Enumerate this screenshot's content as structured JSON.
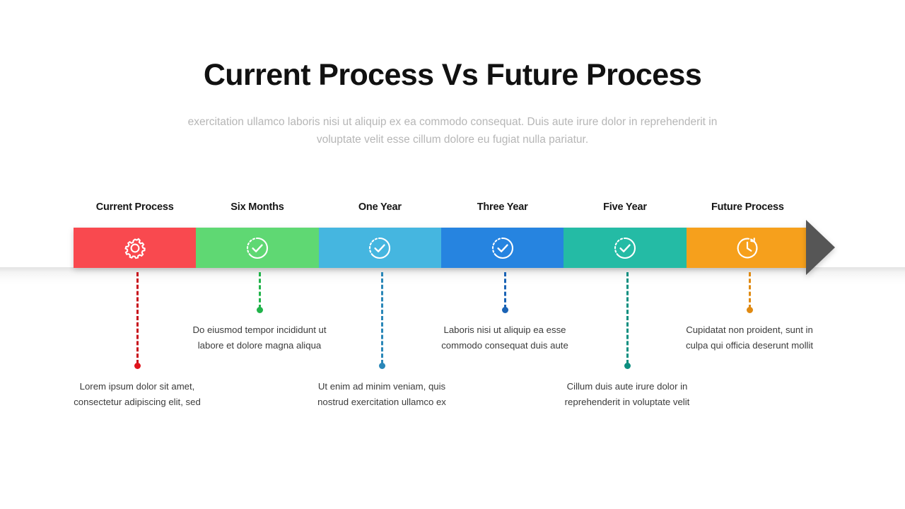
{
  "slide": {
    "title": "Current Process Vs Future Process",
    "subtitle": "exercitation ullamco laboris nisi ut aliquip ex ea commodo consequat. Duis aute irure dolor in reprehenderit in voluptate velit esse cillum dolore eu fugiat nulla pariatur.",
    "background": "#ffffff"
  },
  "arrow": {
    "head_color": "#565656"
  },
  "timeline": {
    "steps": [
      {
        "label": "Current Process",
        "color": "#F9494F",
        "icon": "gear-icon",
        "connector": "long",
        "desc_line1": "Lorem ipsum dolor sit amet,",
        "desc_line2": "consectetur adipiscing elit, sed",
        "dot_color": "#E0141C"
      },
      {
        "label": "Six Months",
        "color": "#5FD873",
        "icon": "check-circle-icon",
        "connector": "short",
        "desc_line1": "Do eiusmod tempor incididunt ut",
        "desc_line2": "labore et dolore magna aliqua",
        "dot_color": "#21B34A"
      },
      {
        "label": "One Year",
        "color": "#45B6E0",
        "icon": "check-circle-icon",
        "connector": "long",
        "desc_line1": "Ut enim ad minim veniam, quis",
        "desc_line2": "nostrud exercitation ullamco ex",
        "dot_color": "#2A87B8"
      },
      {
        "label": "Three Year",
        "color": "#2684E0",
        "icon": "check-circle-icon",
        "connector": "short",
        "desc_line1": "Laboris nisi ut aliquip  ea esse",
        "desc_line2": "commodo consequat duis aute",
        "dot_color": "#1A63B5"
      },
      {
        "label": "Five Year",
        "color": "#24BBA5",
        "icon": "check-circle-icon",
        "connector": "long",
        "desc_line1": "Cillum duis aute irure dolor in",
        "desc_line2": "reprehenderit in voluptate velit",
        "dot_color": "#0E8F80"
      },
      {
        "label": "Future Process",
        "color": "#F6A01C",
        "icon": "clock-history-icon",
        "connector": "short",
        "desc_line1": "Cupidatat non proident, sunt in",
        "desc_line2": "culpa qui officia deserunt mollit",
        "dot_color": "#E08A12"
      }
    ]
  }
}
